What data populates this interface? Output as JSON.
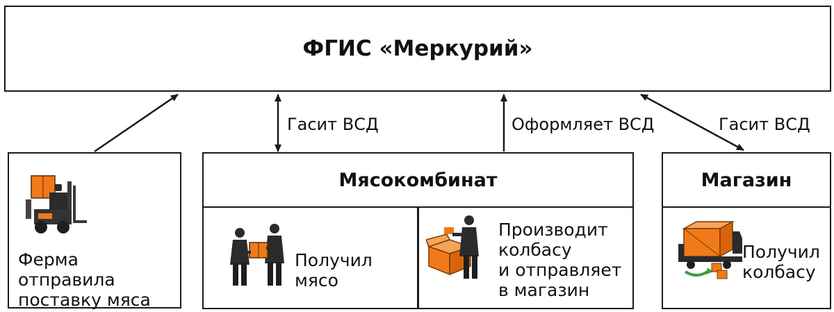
{
  "system": {
    "title": "ФГИС «Меркурий»"
  },
  "arrows": {
    "farm_label": "",
    "plant_left_label": "Гасит ВСД",
    "plant_right_label": "Оформляет ВСД",
    "shop_label": "Гасит ВСД"
  },
  "farm": {
    "text": "Ферма отправила\nпоставку мяса",
    "icon": "forklift-icon"
  },
  "plant": {
    "title": "Мясокомбинат",
    "left": {
      "text": "Получил\nмясо",
      "icon": "handover-icon"
    },
    "right": {
      "text": "Производит\nколбасу\nи отправляет\nв магазин",
      "icon": "packing-icon"
    }
  },
  "shop": {
    "title": "Магазин",
    "text": "Получил\nколбасу",
    "icon": "truck-unloading-icon"
  },
  "colors": {
    "border": "#1a1a1a",
    "accent": "#f07a1a",
    "dark": "#2b2b2b"
  }
}
